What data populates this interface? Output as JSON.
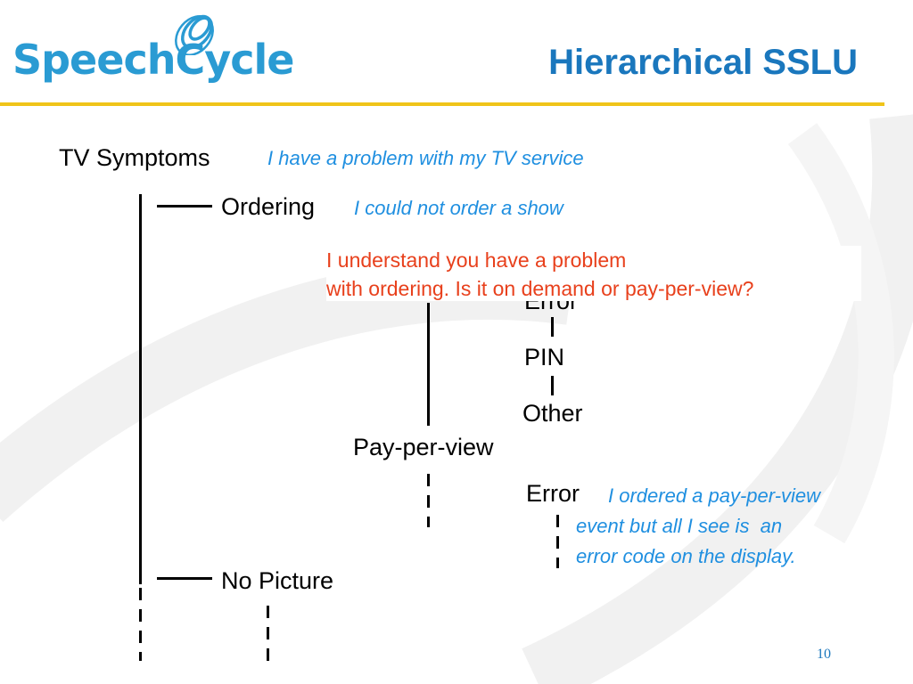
{
  "slide": {
    "logo_text": "SpeechCycle",
    "title": "Hierarchical SSLU",
    "page_number": "10"
  },
  "tree": {
    "root": {
      "label": "TV Symptoms",
      "annotation": "I have a problem with my TV service"
    },
    "ordering": {
      "label": "Ordering",
      "annotation": "I could not order a show"
    },
    "on_demand_children": {
      "error_partial": "Error",
      "pin": "PIN",
      "other": "Other"
    },
    "pay_per_view": {
      "label": "Pay-per-view"
    },
    "ppv_error": {
      "label": "Error",
      "annotation": "I ordered a pay-per-view\nevent but all I see is  an\nerror code on the display."
    },
    "no_picture": {
      "label": "No Picture"
    }
  },
  "system_prompt": {
    "text": "I understand you have a problem\nwith ordering. Is it on demand or pay-per-view?"
  },
  "colors": {
    "title": "#1a77bd",
    "logo": "#2a9bd3",
    "rule": "#f0c419",
    "user_annotation": "#1f8fe0",
    "system_prompt": "#e8401c"
  }
}
